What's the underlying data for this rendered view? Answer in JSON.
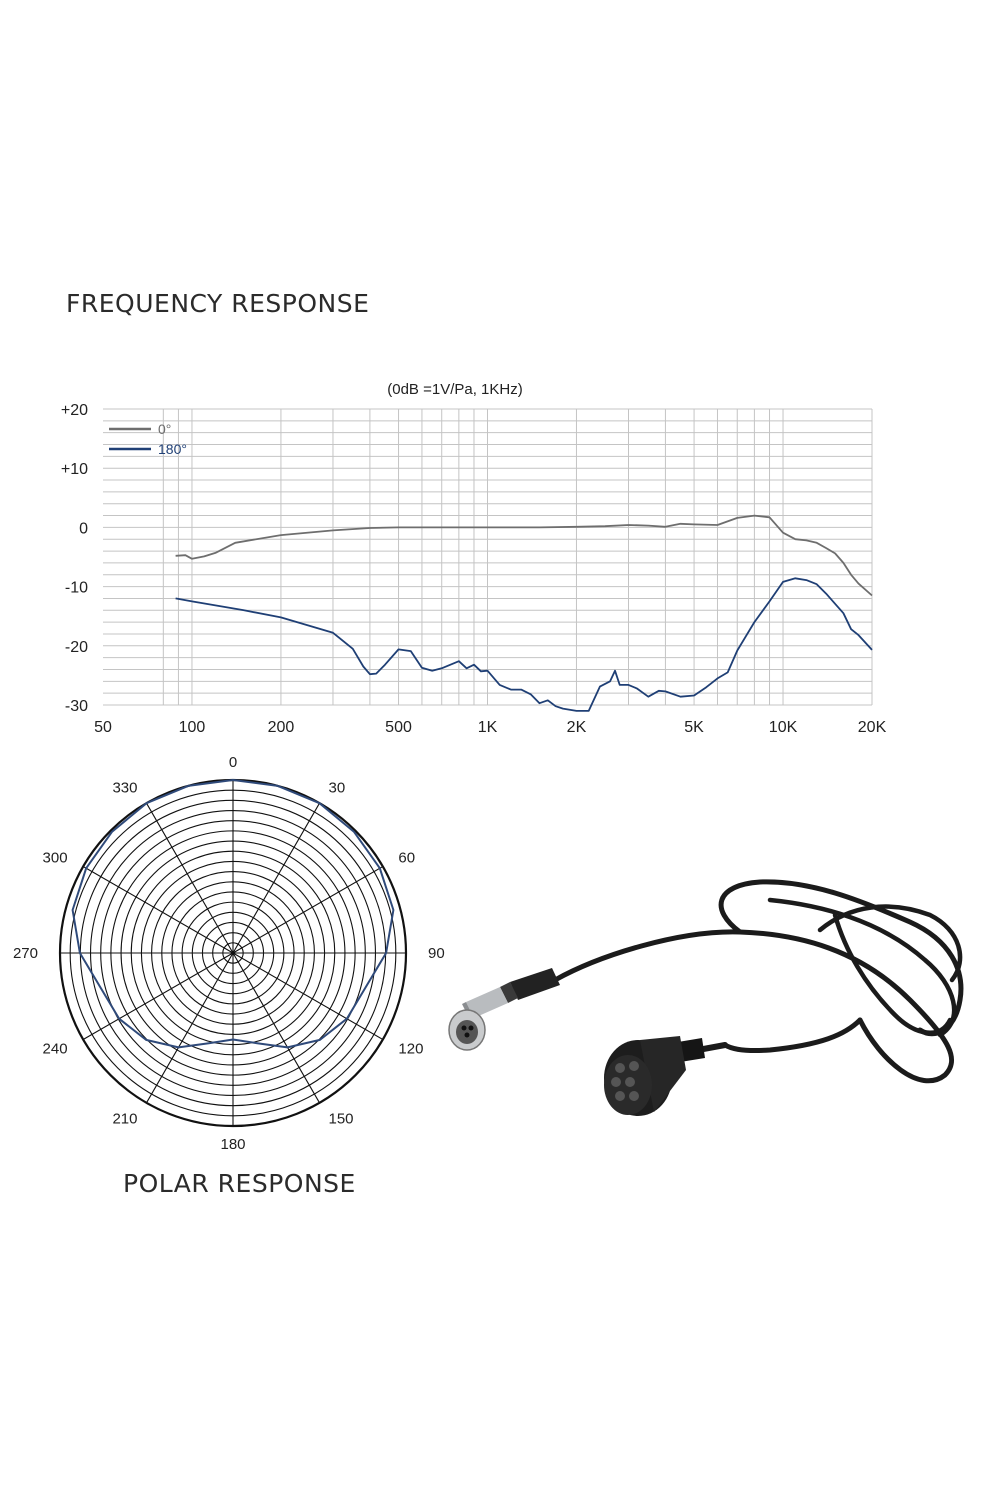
{
  "page": {
    "frequency_heading": "FREQUENCY RESPONSE",
    "polar_heading": "POLAR RESPONSE",
    "product_image": "lavalier-microphone-with-mini-xlr-cable"
  },
  "chart_data": [
    {
      "type": "line",
      "title": "FREQUENCY RESPONSE",
      "subtitle": "(0dB =1V/Pa, 1KHz)",
      "xlabel": "",
      "ylabel": "",
      "x_scale": "log",
      "xlim": [
        50,
        20000
      ],
      "ylim": [
        -30,
        20
      ],
      "x_ticks": [
        {
          "value": 50,
          "label": "50"
        },
        {
          "value": 100,
          "label": "100"
        },
        {
          "value": 200,
          "label": "200"
        },
        {
          "value": 500,
          "label": "500"
        },
        {
          "value": 1000,
          "label": "1K"
        },
        {
          "value": 2000,
          "label": "2K"
        },
        {
          "value": 5000,
          "label": "5K"
        },
        {
          "value": 10000,
          "label": "10K"
        },
        {
          "value": 20000,
          "label": "20K"
        }
      ],
      "y_ticks": [
        {
          "value": 20,
          "label": "+20"
        },
        {
          "value": 10,
          "label": "+10"
        },
        {
          "value": 0,
          "label": "0"
        },
        {
          "value": -10,
          "label": "-10"
        },
        {
          "value": -20,
          "label": "-20"
        },
        {
          "value": -30,
          "label": "-30"
        }
      ],
      "grid": true,
      "legend_position": "top-left",
      "series": [
        {
          "name": "0°",
          "color": "#6e6e6e",
          "x": [
            88,
            95,
            100,
            110,
            120,
            140,
            200,
            300,
            400,
            500,
            700,
            1000,
            1500,
            2000,
            2500,
            3000,
            3500,
            4000,
            4500,
            5000,
            6000,
            7000,
            8000,
            9000,
            10000,
            11000,
            12000,
            13000,
            14000,
            15000,
            16000,
            17000,
            18000,
            20000
          ],
          "values": [
            -4.8,
            -4.7,
            -5.3,
            -4.9,
            -4.3,
            -2.6,
            -1.3,
            -0.5,
            -0.1,
            0.0,
            0.0,
            0.0,
            0.0,
            0.1,
            0.2,
            0.4,
            0.3,
            0.1,
            0.6,
            0.5,
            0.4,
            1.6,
            2.0,
            1.7,
            -0.9,
            -2.0,
            -2.2,
            -2.6,
            -3.5,
            -4.4,
            -6.0,
            -8.0,
            -9.5,
            -11.5
          ]
        },
        {
          "name": "180°",
          "color": "#1f3f75",
          "x": [
            88,
            100,
            150,
            200,
            300,
            350,
            380,
            400,
            420,
            450,
            500,
            550,
            600,
            650,
            700,
            800,
            850,
            900,
            950,
            1000,
            1100,
            1200,
            1300,
            1400,
            1500,
            1600,
            1700,
            1800,
            2000,
            2200,
            2400,
            2600,
            2700,
            2800,
            3000,
            3200,
            3500,
            3800,
            4000,
            4500,
            5000,
            5500,
            6000,
            6500,
            7000,
            8000,
            9000,
            10000,
            11000,
            12000,
            13000,
            14000,
            15000,
            16000,
            17000,
            18000,
            20000
          ],
          "values": [
            -12.0,
            -12.5,
            -14.0,
            -15.2,
            -17.8,
            -20.5,
            -23.5,
            -24.8,
            -24.7,
            -23.2,
            -20.6,
            -20.9,
            -23.7,
            -24.2,
            -23.8,
            -22.6,
            -23.8,
            -23.2,
            -24.3,
            -24.2,
            -26.6,
            -27.4,
            -27.4,
            -28.2,
            -29.7,
            -29.2,
            -30.2,
            -30.6,
            -31.0,
            -31.0,
            -26.9,
            -26.0,
            -24.2,
            -26.6,
            -26.6,
            -27.2,
            -28.6,
            -27.6,
            -27.7,
            -28.6,
            -28.4,
            -27.0,
            -25.5,
            -24.5,
            -20.8,
            -16.0,
            -12.5,
            -9.2,
            -8.6,
            -8.9,
            -9.6,
            -11.2,
            -12.9,
            -14.5,
            -17.2,
            -18.2,
            -20.7
          ]
        }
      ]
    },
    {
      "type": "polar",
      "title": "POLAR RESPONSE",
      "angle_labels": [
        "0",
        "30",
        "60",
        "90",
        "120",
        "150",
        "180",
        "210",
        "240",
        "270",
        "300",
        "330"
      ],
      "grid": true,
      "series": [
        {
          "name": "",
          "color": "#2f4a7a",
          "angles_deg": [
            0,
            15,
            30,
            45,
            60,
            75,
            90,
            105,
            120,
            135,
            150,
            165,
            180,
            195,
            210,
            225,
            240,
            255,
            270,
            285,
            300,
            315,
            330,
            345,
            360
          ],
          "relative_radius": [
            1.0,
            1.0,
            1.0,
            0.99,
            0.98,
            0.96,
            0.885,
            0.79,
            0.76,
            0.71,
            0.63,
            0.54,
            0.5,
            0.54,
            0.63,
            0.71,
            0.76,
            0.79,
            0.885,
            0.96,
            0.98,
            0.99,
            1.0,
            1.0,
            1.0
          ]
        }
      ]
    }
  ]
}
